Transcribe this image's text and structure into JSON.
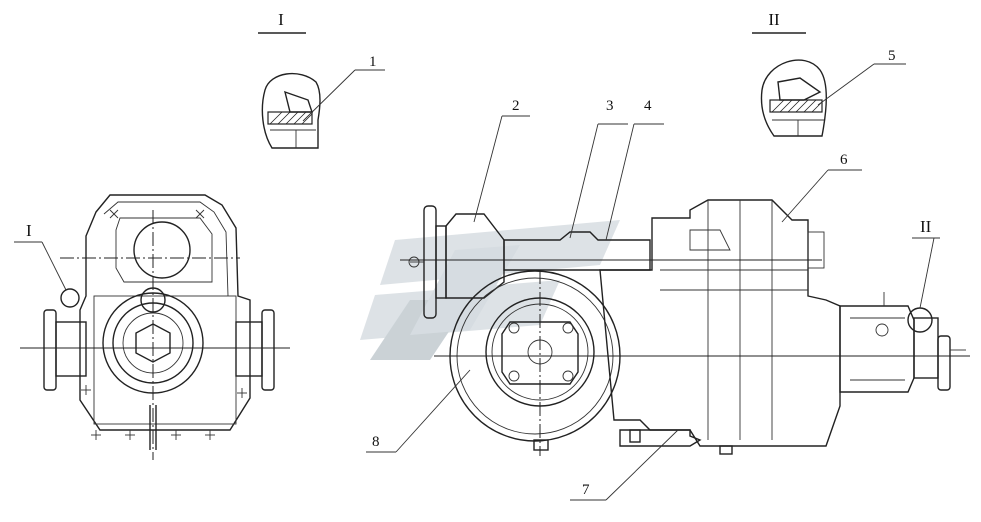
{
  "views": {
    "detail_I_title": "I",
    "detail_II_title": "II",
    "front_view_marker": "I",
    "side_view_marker": "II"
  },
  "callouts": [
    {
      "id": "1",
      "label": "1"
    },
    {
      "id": "2",
      "label": "2"
    },
    {
      "id": "3",
      "label": "3"
    },
    {
      "id": "4",
      "label": "4"
    },
    {
      "id": "5",
      "label": "5"
    },
    {
      "id": "6",
      "label": "6"
    },
    {
      "id": "7",
      "label": "7"
    },
    {
      "id": "8",
      "label": "8"
    }
  ],
  "colors": {
    "line": "#222222",
    "watermark": "#d8dee2",
    "watermark_dark": "#c2cbd0"
  }
}
